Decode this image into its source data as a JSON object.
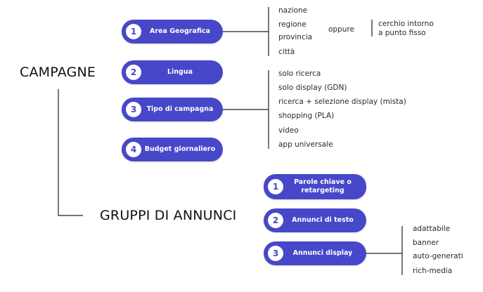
{
  "campagne": {
    "title": "CAMPAGNE",
    "items": [
      {
        "num": "1",
        "label": "Area Geografica"
      },
      {
        "num": "2",
        "label": "Lingua"
      },
      {
        "num": "3",
        "label": "Tipo di campagna"
      },
      {
        "num": "4",
        "label": "Budget giornaliero"
      }
    ],
    "area_options": [
      "nazione",
      "regione",
      "provincia",
      "città"
    ],
    "oppure": "oppure",
    "alternative_line1": "cerchio intorno",
    "alternative_line2": "a punto fisso",
    "tipo_options": [
      "solo ricerca",
      "solo display (GDN)",
      "ricerca + selezione display (mista)",
      "shopping (PLA)",
      "video",
      "app universale"
    ]
  },
  "gruppi": {
    "title": "GRUPPI DI ANNUNCI",
    "items": [
      {
        "num": "1",
        "label_line1": "Parole chiave o",
        "label_line2": "retargeting"
      },
      {
        "num": "2",
        "label": "Annunci di testo"
      },
      {
        "num": "3",
        "label": "Annunci display"
      }
    ],
    "display_options": [
      "adattabile",
      "banner",
      "auto-generati",
      "rich-media"
    ]
  },
  "colors": {
    "pill": "#4747c9",
    "text": "#2a2a2a",
    "line": "#222222"
  }
}
